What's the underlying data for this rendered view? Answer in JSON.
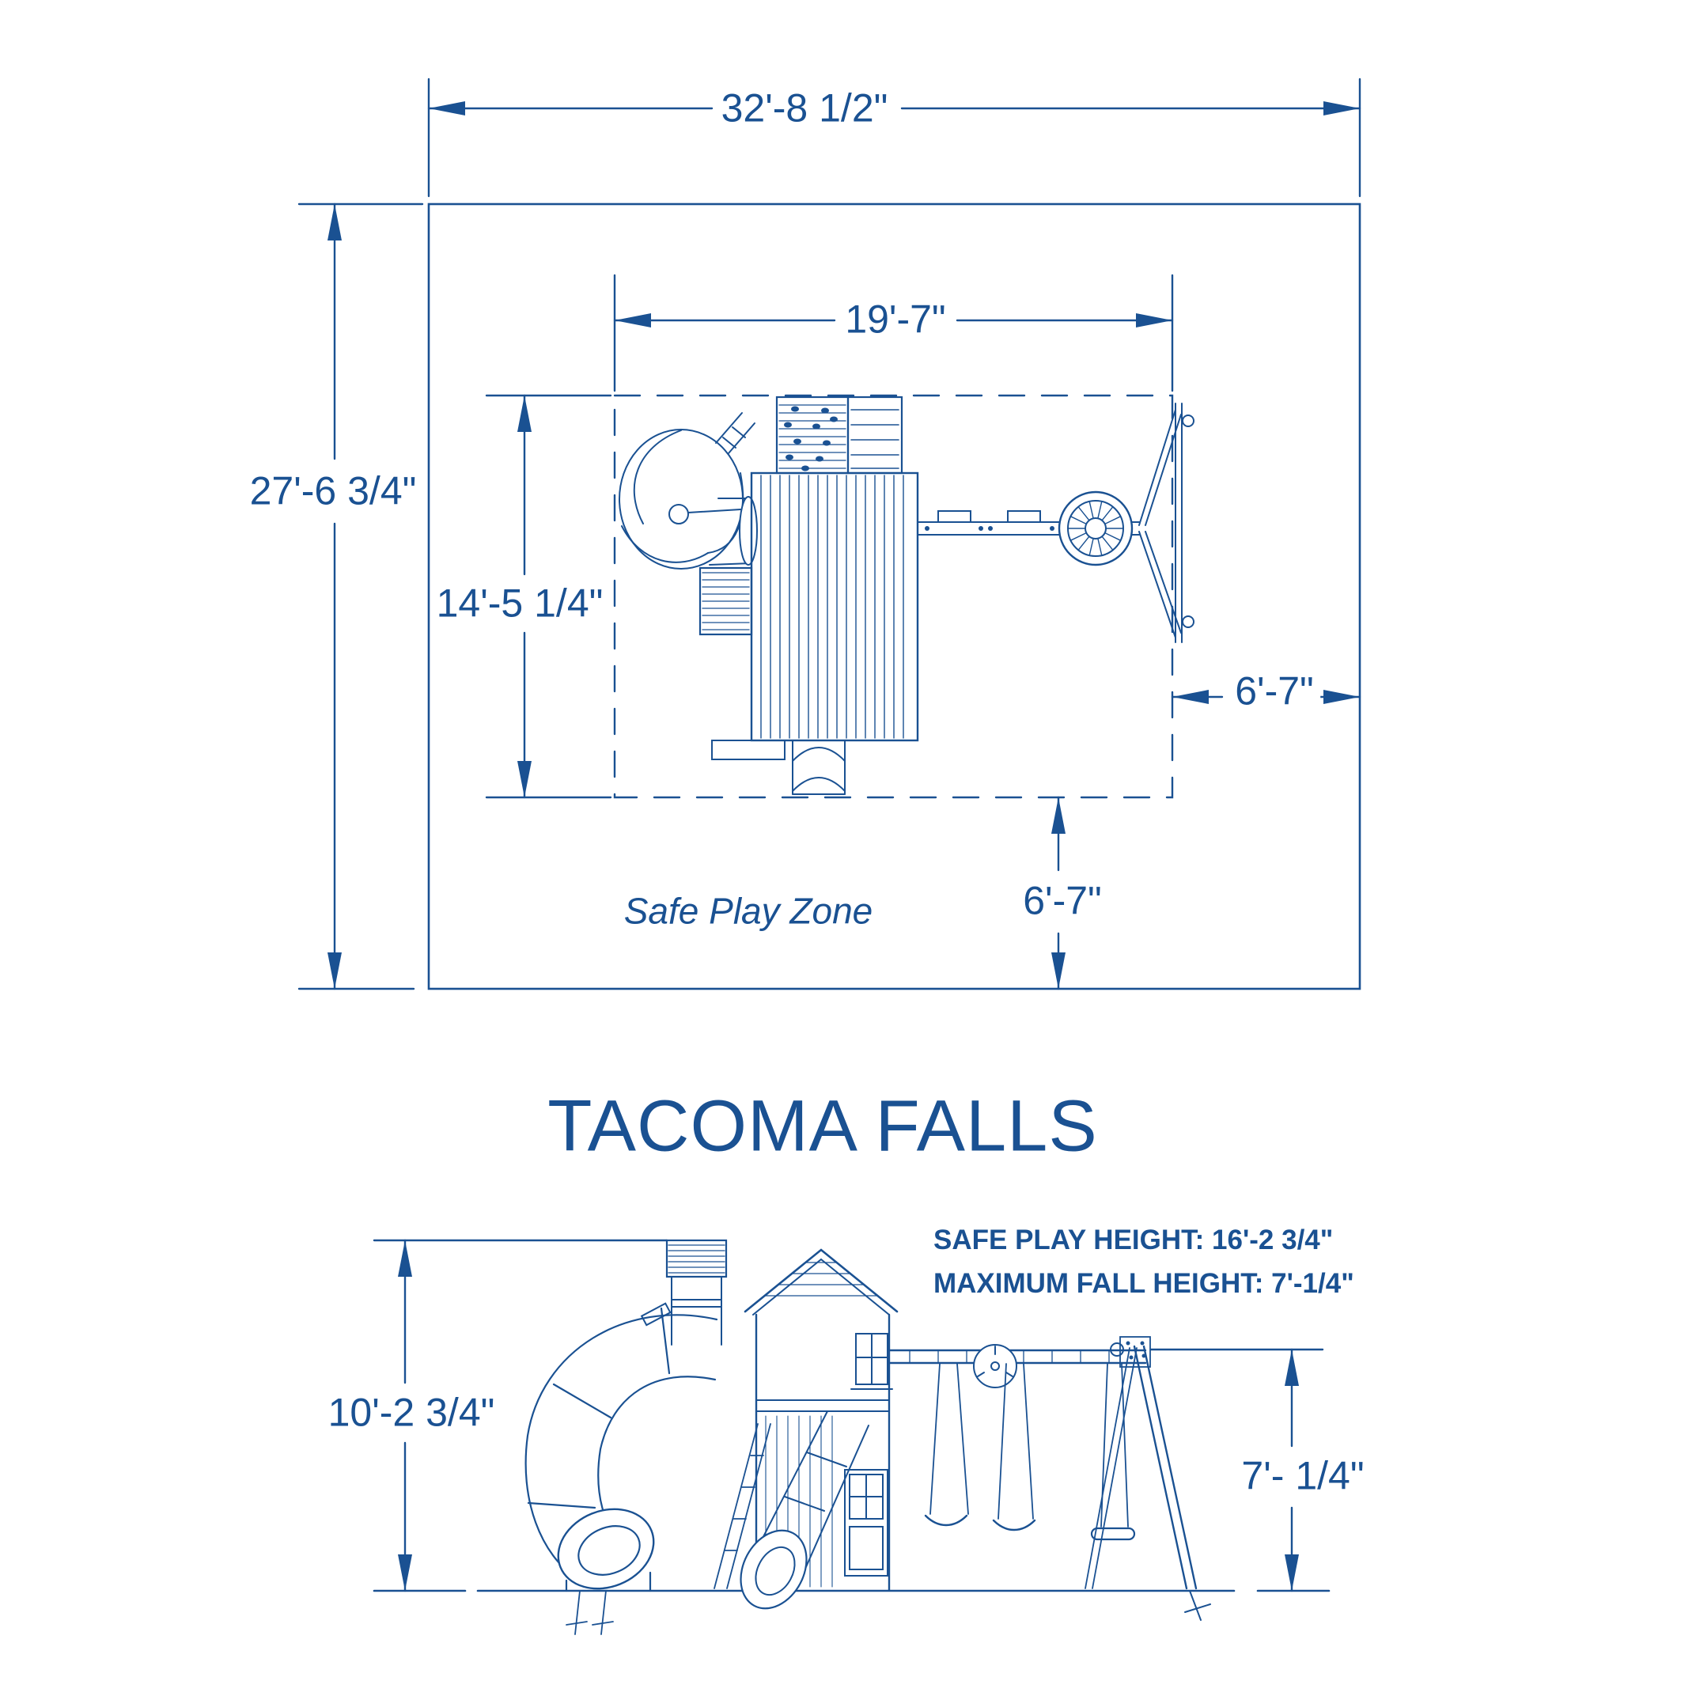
{
  "title": "TACOMA FALLS",
  "colors": {
    "line": "#1a5192",
    "background": "#ffffff"
  },
  "plan_view": {
    "outer_width": "32'-8 1/2\"",
    "outer_height": "27'-6 3/4\"",
    "inner_width": "19'-7\"",
    "inner_height": "14'-5 1/4\"",
    "right_offset": "6'-7\"",
    "bottom_offset": "6'-7\"",
    "zone_label": "Safe Play Zone"
  },
  "elevation_view": {
    "notes": [
      "SAFE PLAY HEIGHT: 16'-2 3/4\"",
      "MAXIMUM FALL HEIGHT: 7'-1/4\""
    ],
    "overall_height": "10'-2 3/4\"",
    "swing_beam_height": "7'- 1/4\""
  }
}
